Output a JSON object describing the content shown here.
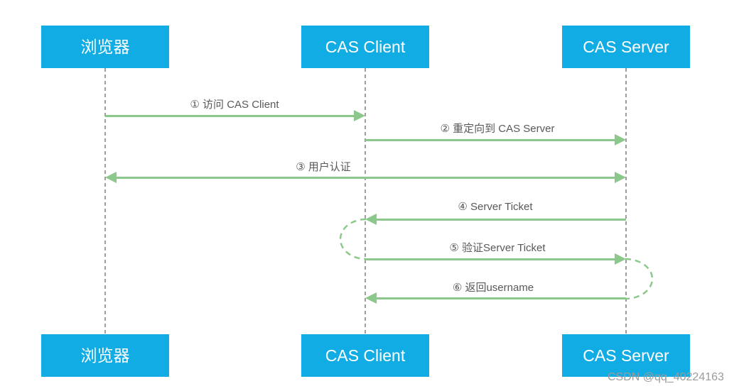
{
  "diagram_type": "sequence",
  "colors": {
    "actor_blue": "#12ACE4",
    "arrow_green": "#8CC88C",
    "lifeline_gray": "#9E9E9E",
    "label_gray": "#595959",
    "watermark_gray": "#9B9B9B"
  },
  "actors": {
    "top": [
      "浏览器",
      "CAS Client",
      "CAS Server"
    ],
    "bottom": [
      "浏览器",
      "CAS Client",
      "CAS Server"
    ]
  },
  "messages": [
    {
      "label": "① 访问 CAS Client",
      "from": "浏览器",
      "to": "CAS Client",
      "bidirectional": false
    },
    {
      "label": "② 重定向到 CAS Server",
      "from": "CAS Client",
      "to": "CAS Server",
      "bidirectional": false
    },
    {
      "label": "③ 用户认证",
      "from": "浏览器",
      "to": "CAS Server",
      "bidirectional": true
    },
    {
      "label": "④ Server Ticket",
      "from": "CAS Server",
      "to": "CAS Client",
      "bidirectional": false
    },
    {
      "label": "⑤ 验证Server Ticket",
      "from": "CAS Client",
      "to": "CAS Server",
      "bidirectional": false
    },
    {
      "label": "⑥ 返回username",
      "from": "CAS Server",
      "to": "CAS Client",
      "bidirectional": false
    }
  ],
  "self_loops": [
    {
      "at": "CAS Client",
      "between": [
        "④ Server Ticket",
        "⑤ 验证Server Ticket"
      ],
      "side": "left"
    },
    {
      "at": "CAS Server",
      "between": [
        "⑤ 验证Server Ticket",
        "⑥ 返回username"
      ],
      "side": "right"
    }
  ],
  "watermark": "CSDN @qq_40224163"
}
